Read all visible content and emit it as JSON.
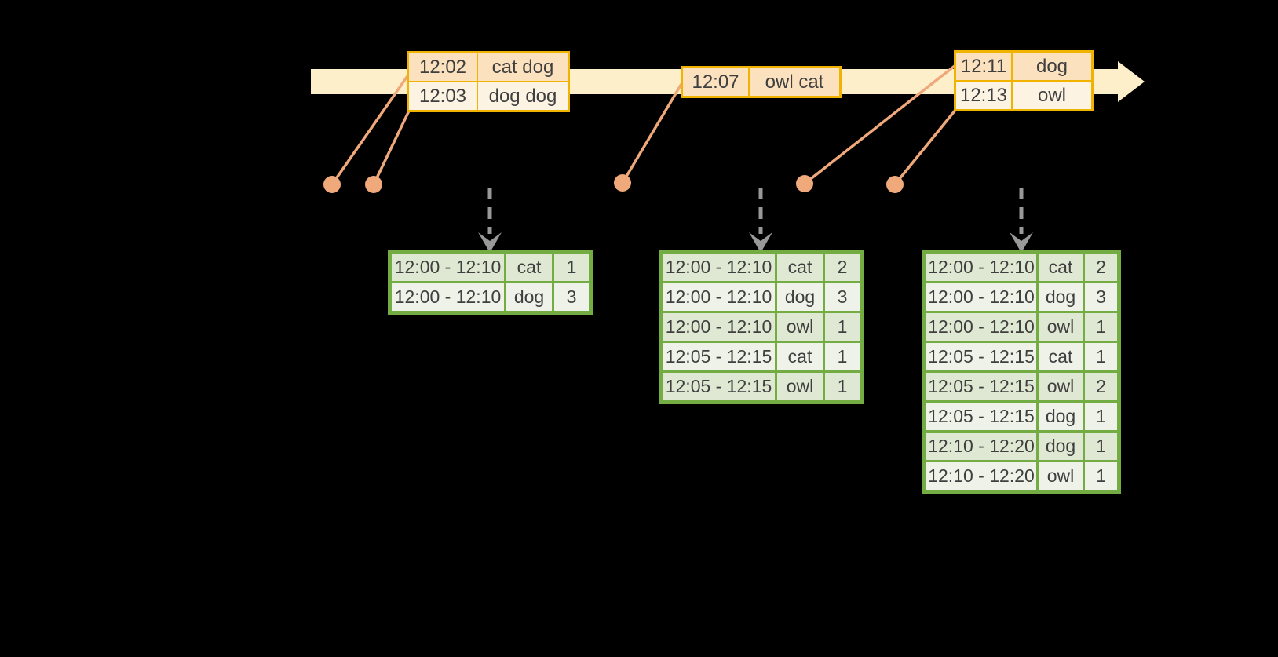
{
  "diagram": {
    "description_visible_elements": "event-time timeline with input record tables and windowed count result tables"
  },
  "timeline": {
    "events": [
      {
        "rows": [
          {
            "time": "12:02",
            "words": "cat dog"
          },
          {
            "time": "12:03",
            "words": "dog dog"
          }
        ]
      },
      {
        "rows": [
          {
            "time": "12:07",
            "words": "owl cat"
          }
        ]
      },
      {
        "rows": [
          {
            "time": "12:11",
            "words": "dog"
          },
          {
            "time": "12:13",
            "words": "owl"
          }
        ]
      }
    ]
  },
  "result_tables": [
    {
      "rows": [
        [
          "12:00 - 12:10",
          "cat",
          "1"
        ],
        [
          "12:00 - 12:10",
          "dog",
          "3"
        ]
      ]
    },
    {
      "rows": [
        [
          "12:00 - 12:10",
          "cat",
          "2"
        ],
        [
          "12:00 - 12:10",
          "dog",
          "3"
        ],
        [
          "12:00 - 12:10",
          "owl",
          "1"
        ],
        [
          "12:05 - 12:15",
          "cat",
          "1"
        ],
        [
          "12:05 - 12:15",
          "owl",
          "1"
        ]
      ]
    },
    {
      "rows": [
        [
          "12:00 - 12:10",
          "cat",
          "2"
        ],
        [
          "12:00 - 12:10",
          "dog",
          "3"
        ],
        [
          "12:00 - 12:10",
          "owl",
          "1"
        ],
        [
          "12:05 - 12:15",
          "cat",
          "1"
        ],
        [
          "12:05 - 12:15",
          "owl",
          "2"
        ],
        [
          "12:05 - 12:15",
          "dog",
          "1"
        ],
        [
          "12:10 - 12:20",
          "dog",
          "1"
        ],
        [
          "12:10 - 12:20",
          "owl",
          "1"
        ]
      ]
    }
  ],
  "colors": {
    "background": "#000000",
    "timeline_fill": "#fcefca",
    "event_border": "#f0b400",
    "event_row_dark": "#fbe1bd",
    "event_row_light": "#fdf3e3",
    "connector": "#efa87a",
    "trigger_arrow": "#999999",
    "result_border": "#72ac42",
    "result_row_dark": "#dfe8d2",
    "result_row_light": "#eef2e8",
    "text": "#3f3f3f"
  }
}
